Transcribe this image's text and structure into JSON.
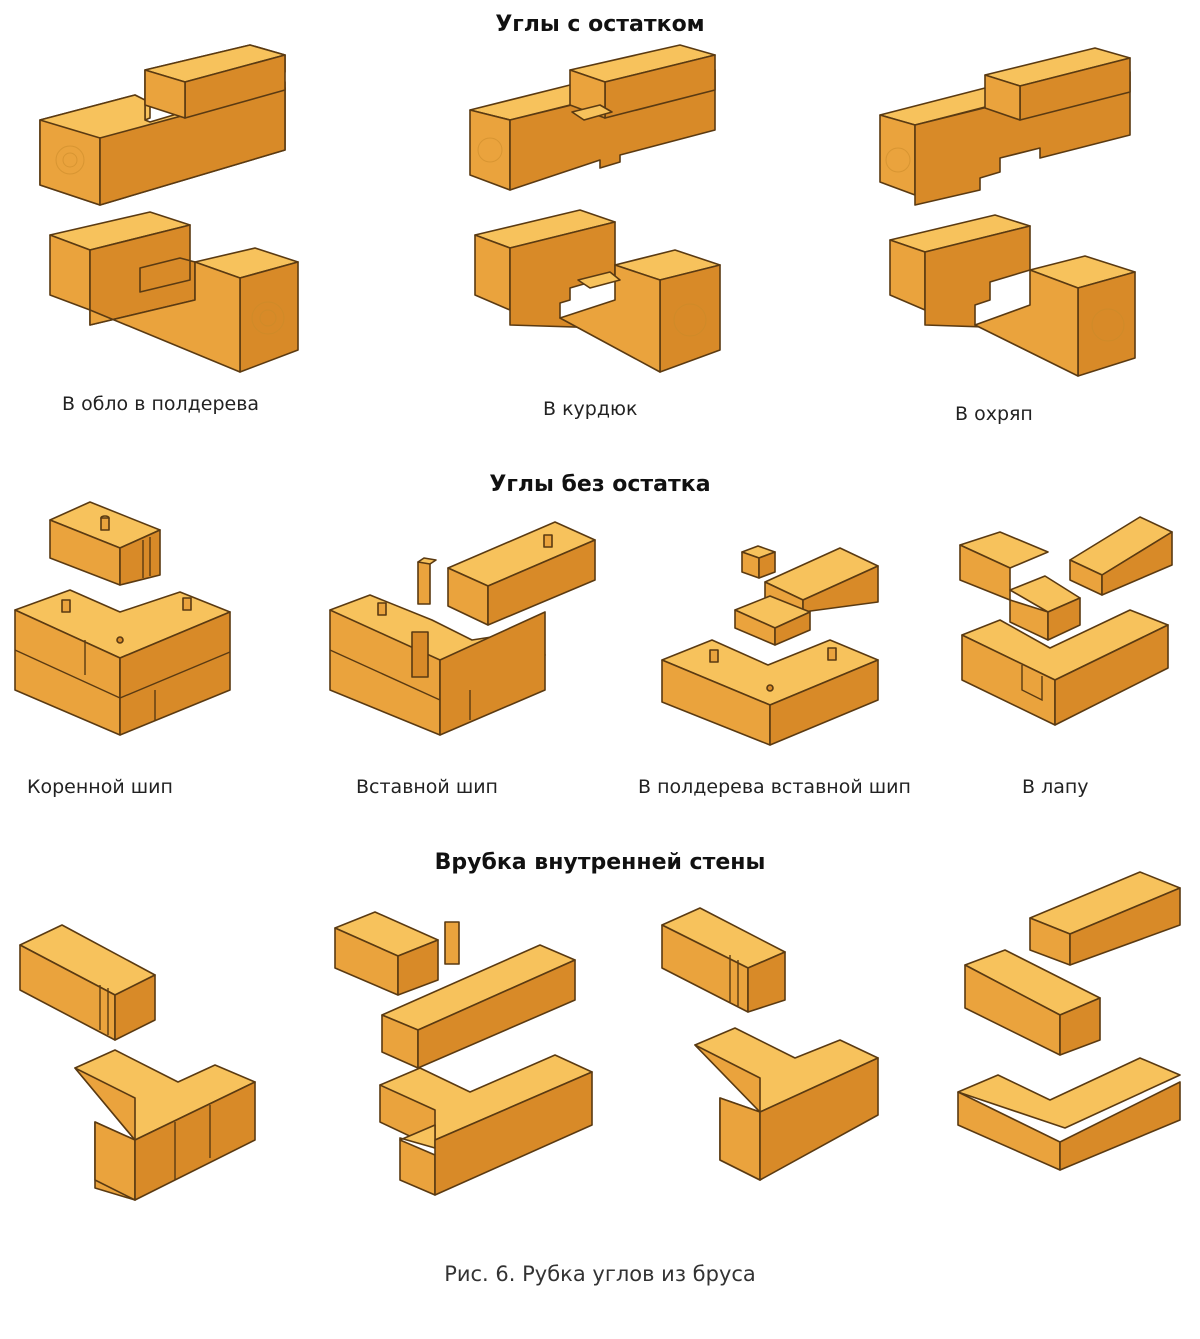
{
  "sections": [
    {
      "title": "Углы с остатком",
      "items": [
        {
          "label": "В обло в полдерева"
        },
        {
          "label": "В курдюк"
        },
        {
          "label": "В охряп"
        }
      ]
    },
    {
      "title": "Углы без остатка",
      "items": [
        {
          "label": "Коренной шип"
        },
        {
          "label": "Вставной шип"
        },
        {
          "label": "В полдерева вставной шип"
        },
        {
          "label": "В лапу"
        }
      ]
    },
    {
      "title": "Врубка внутренней стены",
      "items": [
        {},
        {},
        {},
        {}
      ]
    }
  ],
  "figure_caption": "Рис. 6. Рубка углов из бруса",
  "colors": {
    "top": "#f7c25c",
    "front": "#eaa33d",
    "side": "#d88a28",
    "outline": "#5a3a12"
  }
}
